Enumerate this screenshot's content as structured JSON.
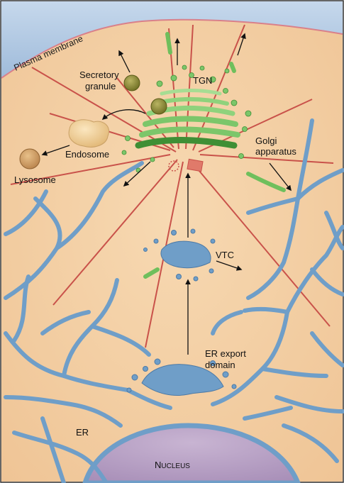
{
  "labels": {
    "plasma_membrane": "Plasma membrane",
    "secretory_granule_1": "Secretory",
    "secretory_granule_2": "granule",
    "tgn": "TGN",
    "endosome": "Endosome",
    "lysosome": "Lysosome",
    "golgi_1": "Golgi",
    "golgi_2": "apparatus",
    "vtc": "VTC",
    "er_export_1": "ER export",
    "er_export_2": "domain",
    "er": "ER",
    "nucleus_initial": "N",
    "nucleus_rest": "UCLEUS"
  },
  "colors": {
    "cytoplasm": "#f5d2a6",
    "membrane": "#a9c3df",
    "er": "#6f9ec8",
    "er_edge": "#4d7aa6",
    "golgi": "#7cc66a",
    "golgi_dark": "#3f8f35",
    "microtubule": "#c9524a",
    "nucleus": "#b8a2c3",
    "endosome": "#e9c98a",
    "lysosome": "#c99a5e",
    "granule": "#8a8a3a"
  }
}
